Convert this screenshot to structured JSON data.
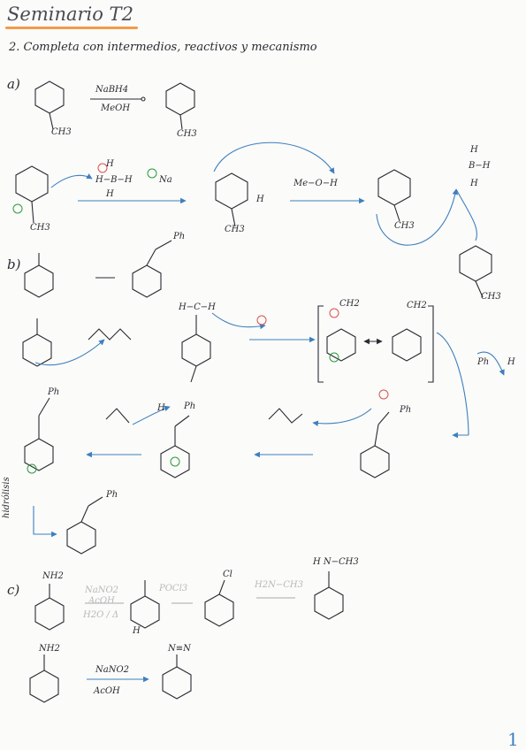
{
  "title": "Seminario T2",
  "subtitle": "2. Completa con intermedios, reactivos y mecanismo",
  "sections": {
    "a": "a)",
    "b": "b)",
    "c": "c)"
  },
  "part_a": {
    "reagent_top": "NaBH4",
    "reagent_bottom": "MeOH",
    "methyl": "CH3",
    "hydride_H": "H",
    "borohydride": "H−B−H",
    "boron_H_top": "H",
    "boron_H_bottom": "H",
    "sodium": "Na",
    "dihydro_H": "H",
    "methanol": "Me−O−H",
    "borane_top": "H",
    "borane": "B−H",
    "borane_bottom": "H"
  },
  "part_b": {
    "product_sub": "Ph",
    "anion_label": "H−C−H",
    "enolate_ch2": "CH2",
    "benzaldehyde": "Ph",
    "aldehyde_H": "H",
    "alkoxide_ph": "Ph",
    "adduct_ph": "Ph",
    "cation_h": "H",
    "hydrolysis": "hidrólisis",
    "final_ph": "Ph"
  },
  "part_c": {
    "amine": "NH2",
    "reagent_1": "NaNO2",
    "reagent_1b": "AcOH",
    "reagent_1c": "H2O / Δ",
    "pyridone_h": "H",
    "reagent_2": "POCl3",
    "chloro": "Cl",
    "reagent_3": "H2N−CH3",
    "product_amine": "H N−CH3",
    "amine_2": "NH2",
    "reagent_4": "NaNO2",
    "reagent_5": "AcOH",
    "diazonium": "N≡N"
  },
  "page_number": "1"
}
